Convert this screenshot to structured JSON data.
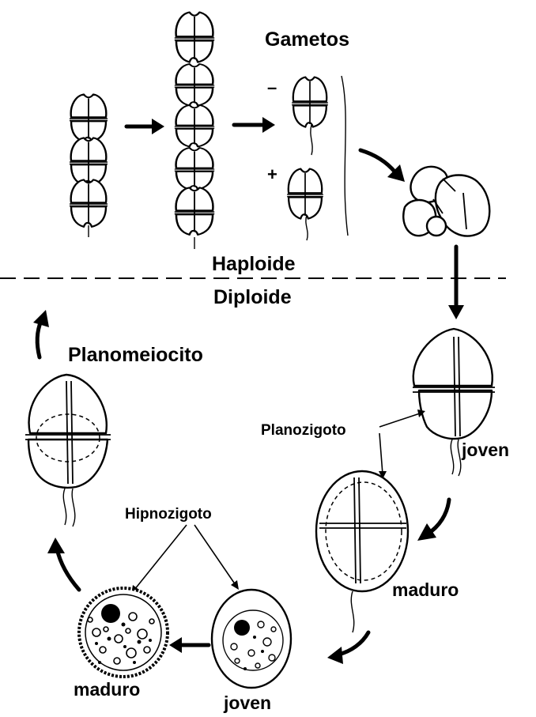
{
  "labels": {
    "gametos": "Gametos",
    "minus": "–",
    "plus": "+",
    "haploide": "Haploide",
    "diploide": "Diploide",
    "planomeiocito": "Planomeiocito",
    "planozigoto": "Planozigoto",
    "planozigoto_joven": "joven",
    "planozigoto_maduro": "maduro",
    "hipnozigoto": "Hipnozigoto",
    "hipnozigoto_maduro": "maduro",
    "hipnozigoto_joven": "joven"
  }
}
